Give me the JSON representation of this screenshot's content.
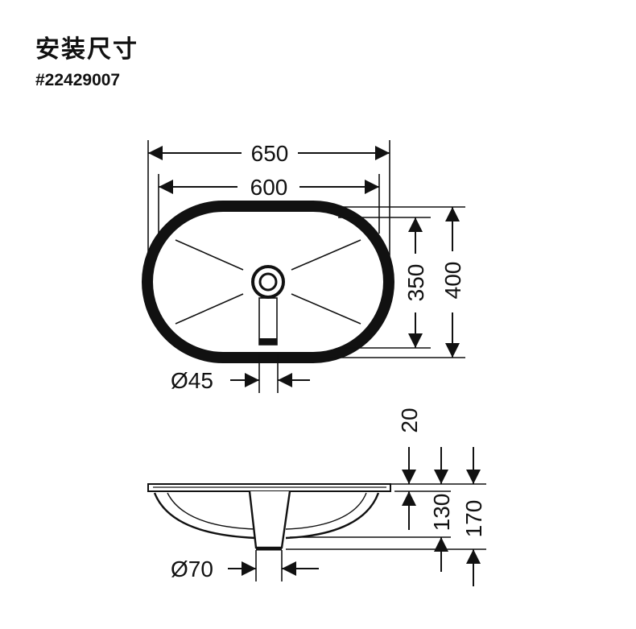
{
  "header": {
    "title": "安装尺寸",
    "product_code": "#22429007"
  },
  "top_view": {
    "outer_width": "650",
    "inner_width": "600",
    "inner_depth": "350",
    "outer_depth": "400",
    "drain_diameter": "Ø45"
  },
  "side_view": {
    "rim_thickness": "20",
    "bowl_depth": "130",
    "total_height": "170",
    "outlet_diameter": "Ø70"
  },
  "colors": {
    "line": "#111111",
    "background": "#ffffff"
  }
}
